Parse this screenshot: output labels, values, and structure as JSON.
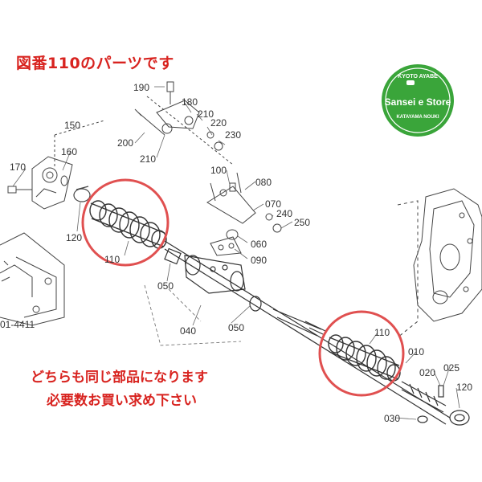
{
  "heading": "図番110のパーツです",
  "notes": [
    "どちらも同じ部品になります",
    "必要数お買い求め下さい"
  ],
  "logo": {
    "top_text": "KYOTO AYABE",
    "main_text": "Sansei e Store",
    "bottom_text": "KATAYAMA NOUKI",
    "color": "#3aa53a"
  },
  "highlight_color": "#e05050",
  "ref_label": "01-4411",
  "parts": [
    {
      "id": "190",
      "label": "190"
    },
    {
      "id": "180",
      "label": "180"
    },
    {
      "id": "210a",
      "label": "210"
    },
    {
      "id": "220",
      "label": "220"
    },
    {
      "id": "230",
      "label": "230"
    },
    {
      "id": "200",
      "label": "200"
    },
    {
      "id": "210b",
      "label": "210"
    },
    {
      "id": "150",
      "label": "150"
    },
    {
      "id": "160",
      "label": "160"
    },
    {
      "id": "170",
      "label": "170"
    },
    {
      "id": "120a",
      "label": "120"
    },
    {
      "id": "110a",
      "label": "110"
    },
    {
      "id": "100",
      "label": "100"
    },
    {
      "id": "080",
      "label": "080"
    },
    {
      "id": "070",
      "label": "070"
    },
    {
      "id": "240",
      "label": "240"
    },
    {
      "id": "250",
      "label": "250"
    },
    {
      "id": "060",
      "label": "060"
    },
    {
      "id": "090",
      "label": "090"
    },
    {
      "id": "050a",
      "label": "050"
    },
    {
      "id": "040",
      "label": "040"
    },
    {
      "id": "050b",
      "label": "050"
    },
    {
      "id": "110b",
      "label": "110"
    },
    {
      "id": "010",
      "label": "010"
    },
    {
      "id": "020",
      "label": "020"
    },
    {
      "id": "025",
      "label": "025"
    },
    {
      "id": "120b",
      "label": "120"
    },
    {
      "id": "030",
      "label": "030"
    }
  ]
}
